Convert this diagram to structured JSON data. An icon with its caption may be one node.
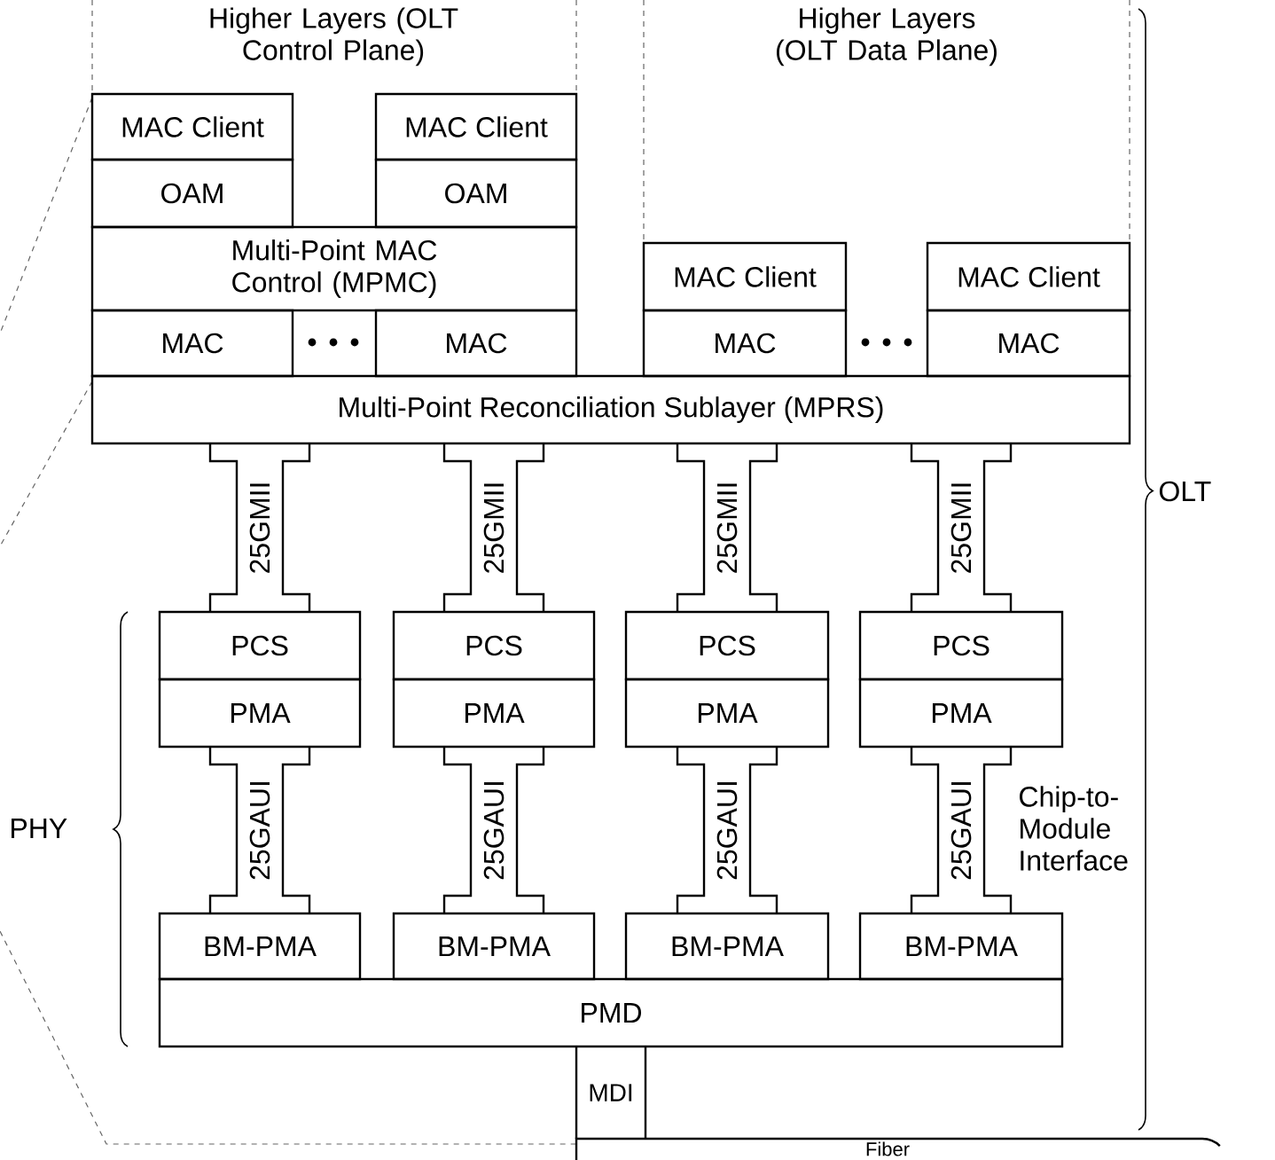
{
  "diagram": {
    "nodes": [
      {
        "text": [
          "MAC Client"
        ]
      },
      {
        "text": [
          "MAC Client"
        ]
      },
      {
        "text": [
          "OAM"
        ]
      },
      {
        "text": [
          "OAM"
        ]
      },
      {
        "text": [
          "Multi-Point MAC Control (MPMC)"
        ]
      },
      {
        "text": [
          "MAC Client"
        ]
      },
      {
        "text": [
          "MAC Client"
        ]
      },
      {
        "text": [
          "MAC"
        ]
      },
      {
        "text": [
          "MAC"
        ]
      },
      {
        "text": [
          "MAC"
        ]
      },
      {
        "text": [
          "MAC"
        ]
      },
      {
        "text": [
          "Multi-Point Reconciliation Sublayer (MPRS)"
        ]
      },
      {
        "text": [
          "25GMII"
        ]
      },
      {
        "text": [
          "25GMII"
        ]
      },
      {
        "text": [
          "25GMII"
        ]
      },
      {
        "text": [
          "25GMII"
        ]
      },
      {
        "text": [
          "PCS"
        ]
      },
      {
        "text": [
          "PCS"
        ]
      },
      {
        "text": [
          "PCS"
        ]
      },
      {
        "text": [
          "PCS"
        ]
      },
      {
        "text": [
          "PMA"
        ]
      },
      {
        "text": [
          "PMA"
        ]
      },
      {
        "text": [
          "PMA"
        ]
      },
      {
        "text": [
          "PMA"
        ]
      },
      {
        "text": [
          "25GAUI"
        ]
      },
      {
        "text": [
          "25GAUI"
        ]
      },
      {
        "text": [
          "25GAUI"
        ]
      },
      {
        "text": [
          "25GAUI"
        ]
      },
      {
        "text": [
          "BM-PMA"
        ]
      },
      {
        "text": [
          "BM-PMA"
        ]
      },
      {
        "text": [
          "BM-PMA"
        ]
      },
      {
        "text": [
          "BM-PMA"
        ]
      },
      {
        "text": [
          "PMD"
        ]
      },
      {
        "text": [
          "MDI"
        ]
      },
      {
        "text": [
          "Fiber"
        ]
      }
    ],
    "labels": [
      "Higher Layers (OLT Control Plane)",
      "Higher Layers (OLT Data Plane)",
      "OLT",
      "PHY",
      "Chip-to-Module Interface"
    ]
  }
}
